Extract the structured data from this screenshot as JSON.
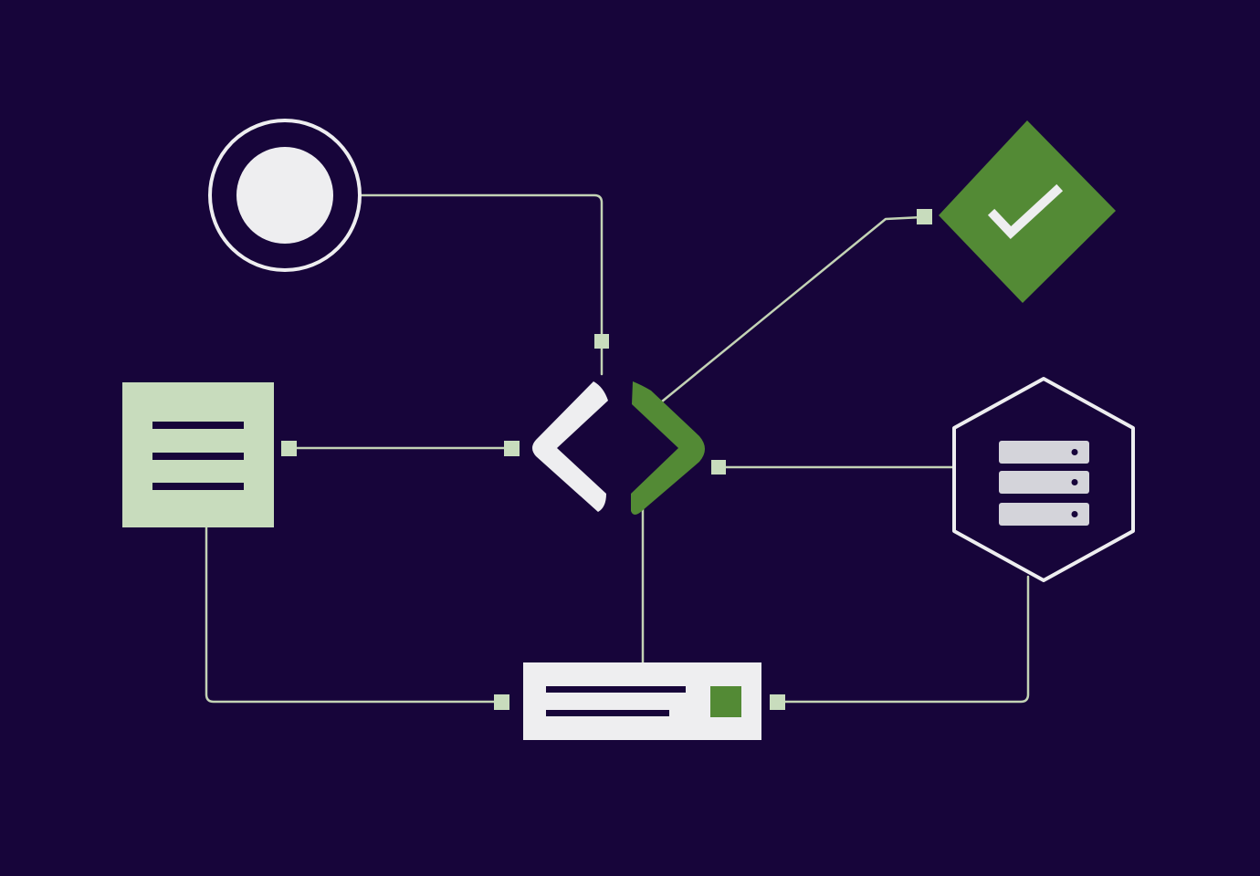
{
  "colors": {
    "background": "#17053a",
    "connector": "#c3d3b5",
    "port": "#c8dcbd",
    "accent_green": "#538a35",
    "pale_green": "#c8dcbd",
    "white": "#eeeef0",
    "server_unit": "#d4d4da",
    "ink": "#17053a"
  },
  "nodes": [
    {
      "id": "start",
      "shape": "circle",
      "icon": "start-circle-icon"
    },
    {
      "id": "code",
      "shape": "code-brackets",
      "icon": "code-brackets-icon"
    },
    {
      "id": "success",
      "shape": "diamond",
      "icon": "checkmark-icon"
    },
    {
      "id": "document",
      "shape": "square",
      "icon": "document-lines-icon"
    },
    {
      "id": "server",
      "shape": "hexagon",
      "icon": "server-stack-icon"
    },
    {
      "id": "output",
      "shape": "rectangle",
      "icon": "output-panel-icon"
    }
  ],
  "edges": [
    {
      "from": "start",
      "to": "code"
    },
    {
      "from": "code",
      "to": "success"
    },
    {
      "from": "document",
      "to": "code"
    },
    {
      "from": "server",
      "to": "code"
    },
    {
      "from": "code",
      "to": "output"
    },
    {
      "from": "document",
      "to": "output"
    },
    {
      "from": "server",
      "to": "output"
    }
  ]
}
